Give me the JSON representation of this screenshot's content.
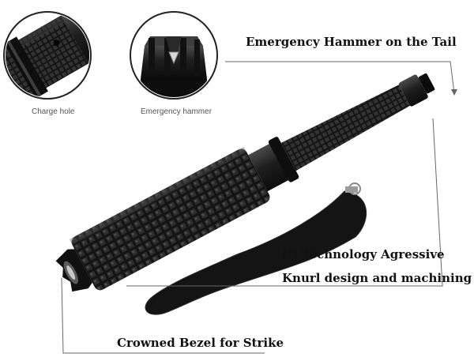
{
  "insets": [
    {
      "caption": "Charge hole",
      "icon": "charge-hole-closeup"
    },
    {
      "caption": "Emergency hammer",
      "icon": "emergency-hammer-closeup"
    }
  ],
  "callouts": {
    "tail_hammer": "Emergency Hammer on the Tail",
    "knurl_line1": "Hi Technology Agressive",
    "knurl_line2": "Knurl design and machining",
    "bezel": "Crowned Bezel for Strike"
  },
  "colors": {
    "body": "#1b1b1b",
    "inset_ring": "#222222",
    "leader_line": "#666666",
    "label_text": "#111111"
  }
}
